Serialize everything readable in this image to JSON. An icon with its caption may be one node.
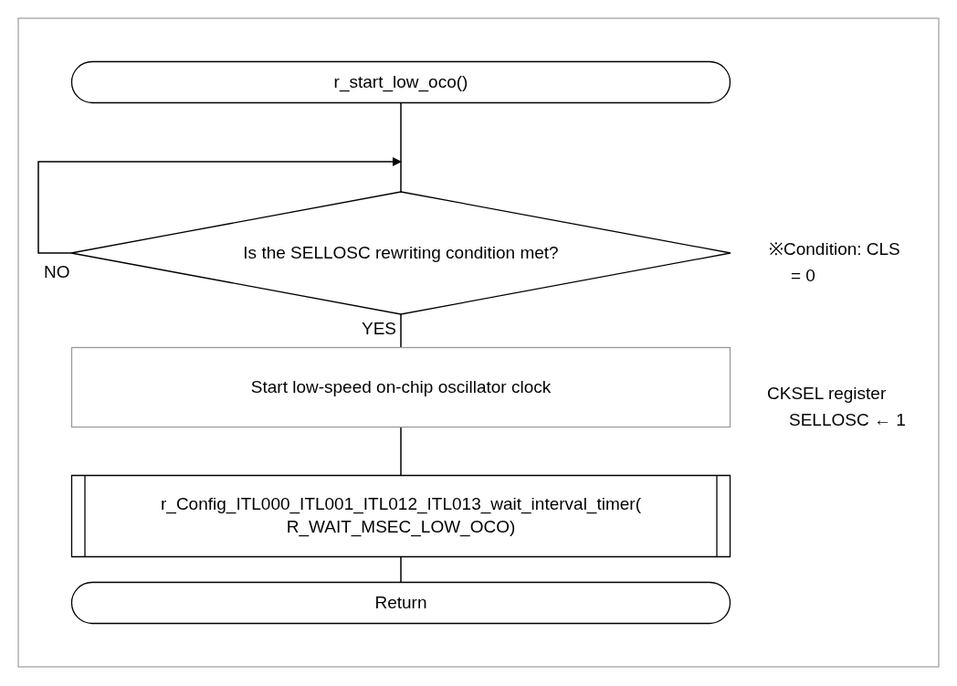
{
  "diagram": {
    "nodes": [
      {
        "text": [
          "r_start_low_oco()"
        ]
      },
      {
        "text": [
          "Is the SELLOSC rewriting condition met?"
        ],
        "beside": [
          "※Condition: CLS = 0"
        ]
      },
      {
        "text": [
          "Start low-speed on-chip oscillator clock"
        ],
        "beside": [
          "CKSEL register SELLOSC ← 1"
        ]
      },
      {
        "text": [
          "r_Config_ITL000_ITL001_ITL012_ITL013_wait_interval_timer( R_WAIT_MSEC_LOW_OCO)"
        ]
      },
      {
        "text": [
          "Return"
        ]
      }
    ],
    "edges": [
      {
        "from": 0,
        "to": 1,
        "arrow": "none"
      },
      {
        "from": 1,
        "to": 1,
        "arrow": "to",
        "label": "NO"
      },
      {
        "from": 1,
        "to": 2,
        "arrow": "none",
        "label": "YES"
      },
      {
        "from": 2,
        "to": 3,
        "arrow": "none"
      },
      {
        "from": 3,
        "to": 4,
        "arrow": "none"
      }
    ]
  }
}
